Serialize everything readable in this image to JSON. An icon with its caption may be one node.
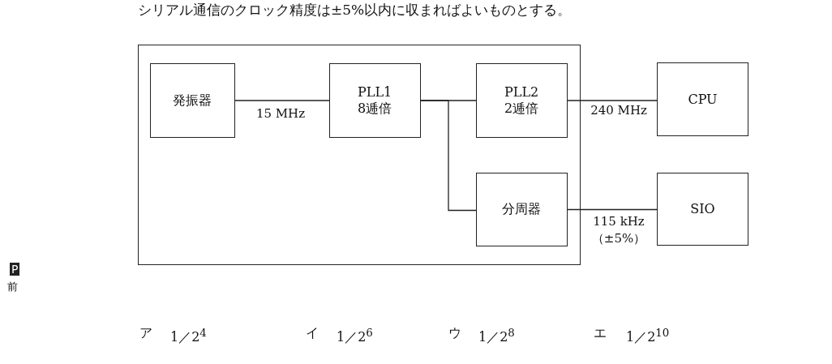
{
  "diagram": {
    "nodes": [
      {
        "text": [],
        "shape": "box"
      },
      {
        "text": [
          "発振器"
        ],
        "in": 0
      },
      {
        "text": [
          "PLL1",
          "8逓倍"
        ],
        "in": 0
      },
      {
        "text": [
          "PLL2",
          "2逓倍"
        ],
        "in": 0
      },
      {
        "text": [
          "分周器"
        ],
        "in": 0
      },
      {
        "text": [
          "CPU"
        ]
      },
      {
        "text": [
          "SIO"
        ]
      }
    ],
    "edges": [
      {
        "from": 1,
        "to": 2,
        "arrow": "none",
        "label": "15 MHz"
      },
      {
        "from": 2,
        "to": 3,
        "arrow": "none"
      },
      {
        "from": 2,
        "to": 4,
        "arrow": "none"
      },
      {
        "from": 3,
        "to": 5,
        "arrow": "none",
        "label": "240 MHz"
      },
      {
        "from": 4,
        "to": 6,
        "arrow": "none",
        "label": "115 kHz （±5%）"
      }
    ],
    "labels": [
      "シリアル通信のクロック精度は±5%以内に収まればよいものとする。",
      "P",
      "前",
      "ア",
      "1／2$^{4}$",
      "イ",
      "1／2$^{6}$",
      "ウ",
      "1／2$^{8}$",
      "エ",
      "1／2$^{10}$"
    ]
  }
}
